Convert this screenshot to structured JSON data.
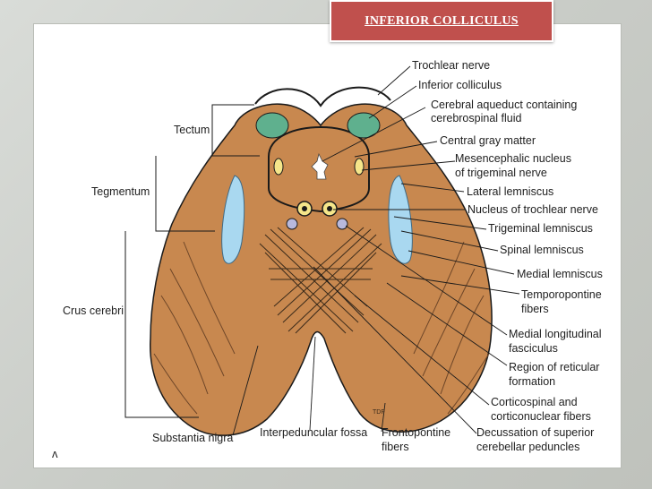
{
  "title": "INFERIOR COLLICULUS",
  "corner_mark": "ʌ",
  "left_labels": {
    "tectum": "Tectum",
    "tegmentum": "Tegmentum",
    "crus_cerebri": "Crus cerebri"
  },
  "right_labels": [
    {
      "id": "trochlear-nerve",
      "lines": [
        "Trochlear nerve"
      ]
    },
    {
      "id": "inferior-colliculus",
      "lines": [
        "Inferior colliculus"
      ]
    },
    {
      "id": "cerebral-aqueduct",
      "lines": [
        "Cerebral aqueduct containing",
        "cerebrospinal fluid"
      ]
    },
    {
      "id": "central-gray-matter",
      "lines": [
        "Central gray matter"
      ]
    },
    {
      "id": "mesencephalic-nucleus",
      "lines": [
        "Mesencephalic nucleus",
        "of trigeminal nerve"
      ]
    },
    {
      "id": "lateral-lemniscus",
      "lines": [
        "Lateral lemniscus"
      ]
    },
    {
      "id": "nucleus-trochlear",
      "lines": [
        "Nucleus of trochlear nerve"
      ]
    },
    {
      "id": "trigeminal-lemniscus",
      "lines": [
        "Trigeminal lemniscus"
      ]
    },
    {
      "id": "spinal-lemniscus",
      "lines": [
        "Spinal lemniscus"
      ]
    },
    {
      "id": "medial-lemniscus",
      "lines": [
        "Medial lemniscus"
      ]
    },
    {
      "id": "temporopontine",
      "lines": [
        "Temporopontine",
        "fibers"
      ]
    },
    {
      "id": "medial-longitudinal",
      "lines": [
        "Medial longitudinal",
        "fasciculus"
      ]
    },
    {
      "id": "reticular-formation",
      "lines": [
        "Region of reticular",
        "formation"
      ]
    },
    {
      "id": "corticospinal",
      "lines": [
        "Corticospinal and",
        "corticonuclear fibers"
      ]
    },
    {
      "id": "decussation",
      "lines": [
        "Decussation of superior",
        "cerebellar peduncles"
      ]
    }
  ],
  "bottom_labels": {
    "substantia_nigra": "Substantia nigra",
    "interpeduncular_fossa": "Interpeduncular fossa",
    "frontopontine": [
      "Frontopontine",
      "fibers"
    ]
  },
  "colors": {
    "tissue": "#c8884f",
    "outline": "#1a1a1a",
    "colliculus": "#5fb08e",
    "lemniscus": "#a9d8f0",
    "nucleus": "#f5e68a",
    "mlf": "#b8b9dc",
    "title_bg": "#c0504d"
  }
}
